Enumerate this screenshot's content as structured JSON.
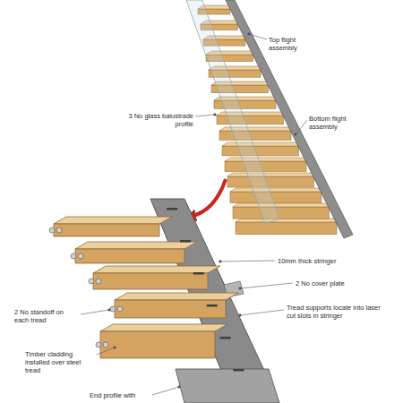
{
  "diagram": {
    "labels": [
      "Top flight assembly",
      "3 No glass balustrade profile",
      "Bottom flight assembly",
      "10mm thick stringer",
      "2 No cover plate",
      "Tread supports locate into laser cut slots in stringer",
      "2 No standoff on each tread",
      "Timber cladding installed over steel tread",
      "End profile with"
    ]
  }
}
